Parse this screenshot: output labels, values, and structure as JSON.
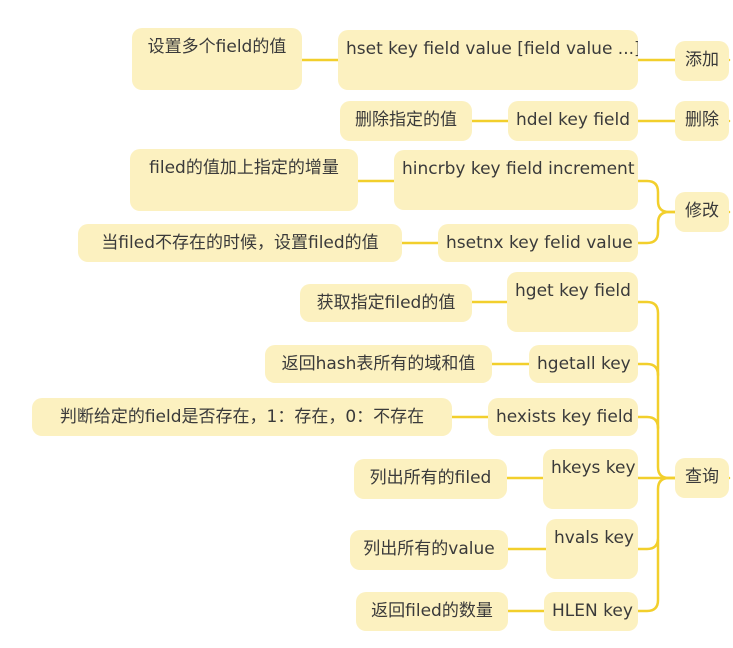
{
  "categories": [
    {
      "label": "添加",
      "commands": [
        {
          "command": "hset key field value [field value ...]",
          "description": "设置多个field的值"
        }
      ]
    },
    {
      "label": "删除",
      "commands": [
        {
          "command": "hdel key field",
          "description": "删除指定的值"
        }
      ]
    },
    {
      "label": "修改",
      "commands": [
        {
          "command": "hincrby key field increment",
          "description": "filed的值加上指定的增量"
        },
        {
          "command": "hsetnx key felid value",
          "description": "当filed不存在的时候，设置filed的值"
        }
      ]
    },
    {
      "label": "查询",
      "commands": [
        {
          "command": "hget key field",
          "description": "获取指定filed的值"
        },
        {
          "command": "hgetall key",
          "description": "返回hash表所有的域和值"
        },
        {
          "command": "hexists key field",
          "description": "判断给定的field是否存在，1：存在，0：不存在"
        },
        {
          "command": "hkeys key",
          "description": "列出所有的filed"
        },
        {
          "command": "hvals key",
          "description": "列出所有的value"
        },
        {
          "command": "HLEN key",
          "description": "返回filed的数量"
        }
      ]
    }
  ],
  "colors": {
    "node_bg": "#fcf1c0",
    "connector": "#f2cf2c",
    "text": "#3a3a3a"
  }
}
